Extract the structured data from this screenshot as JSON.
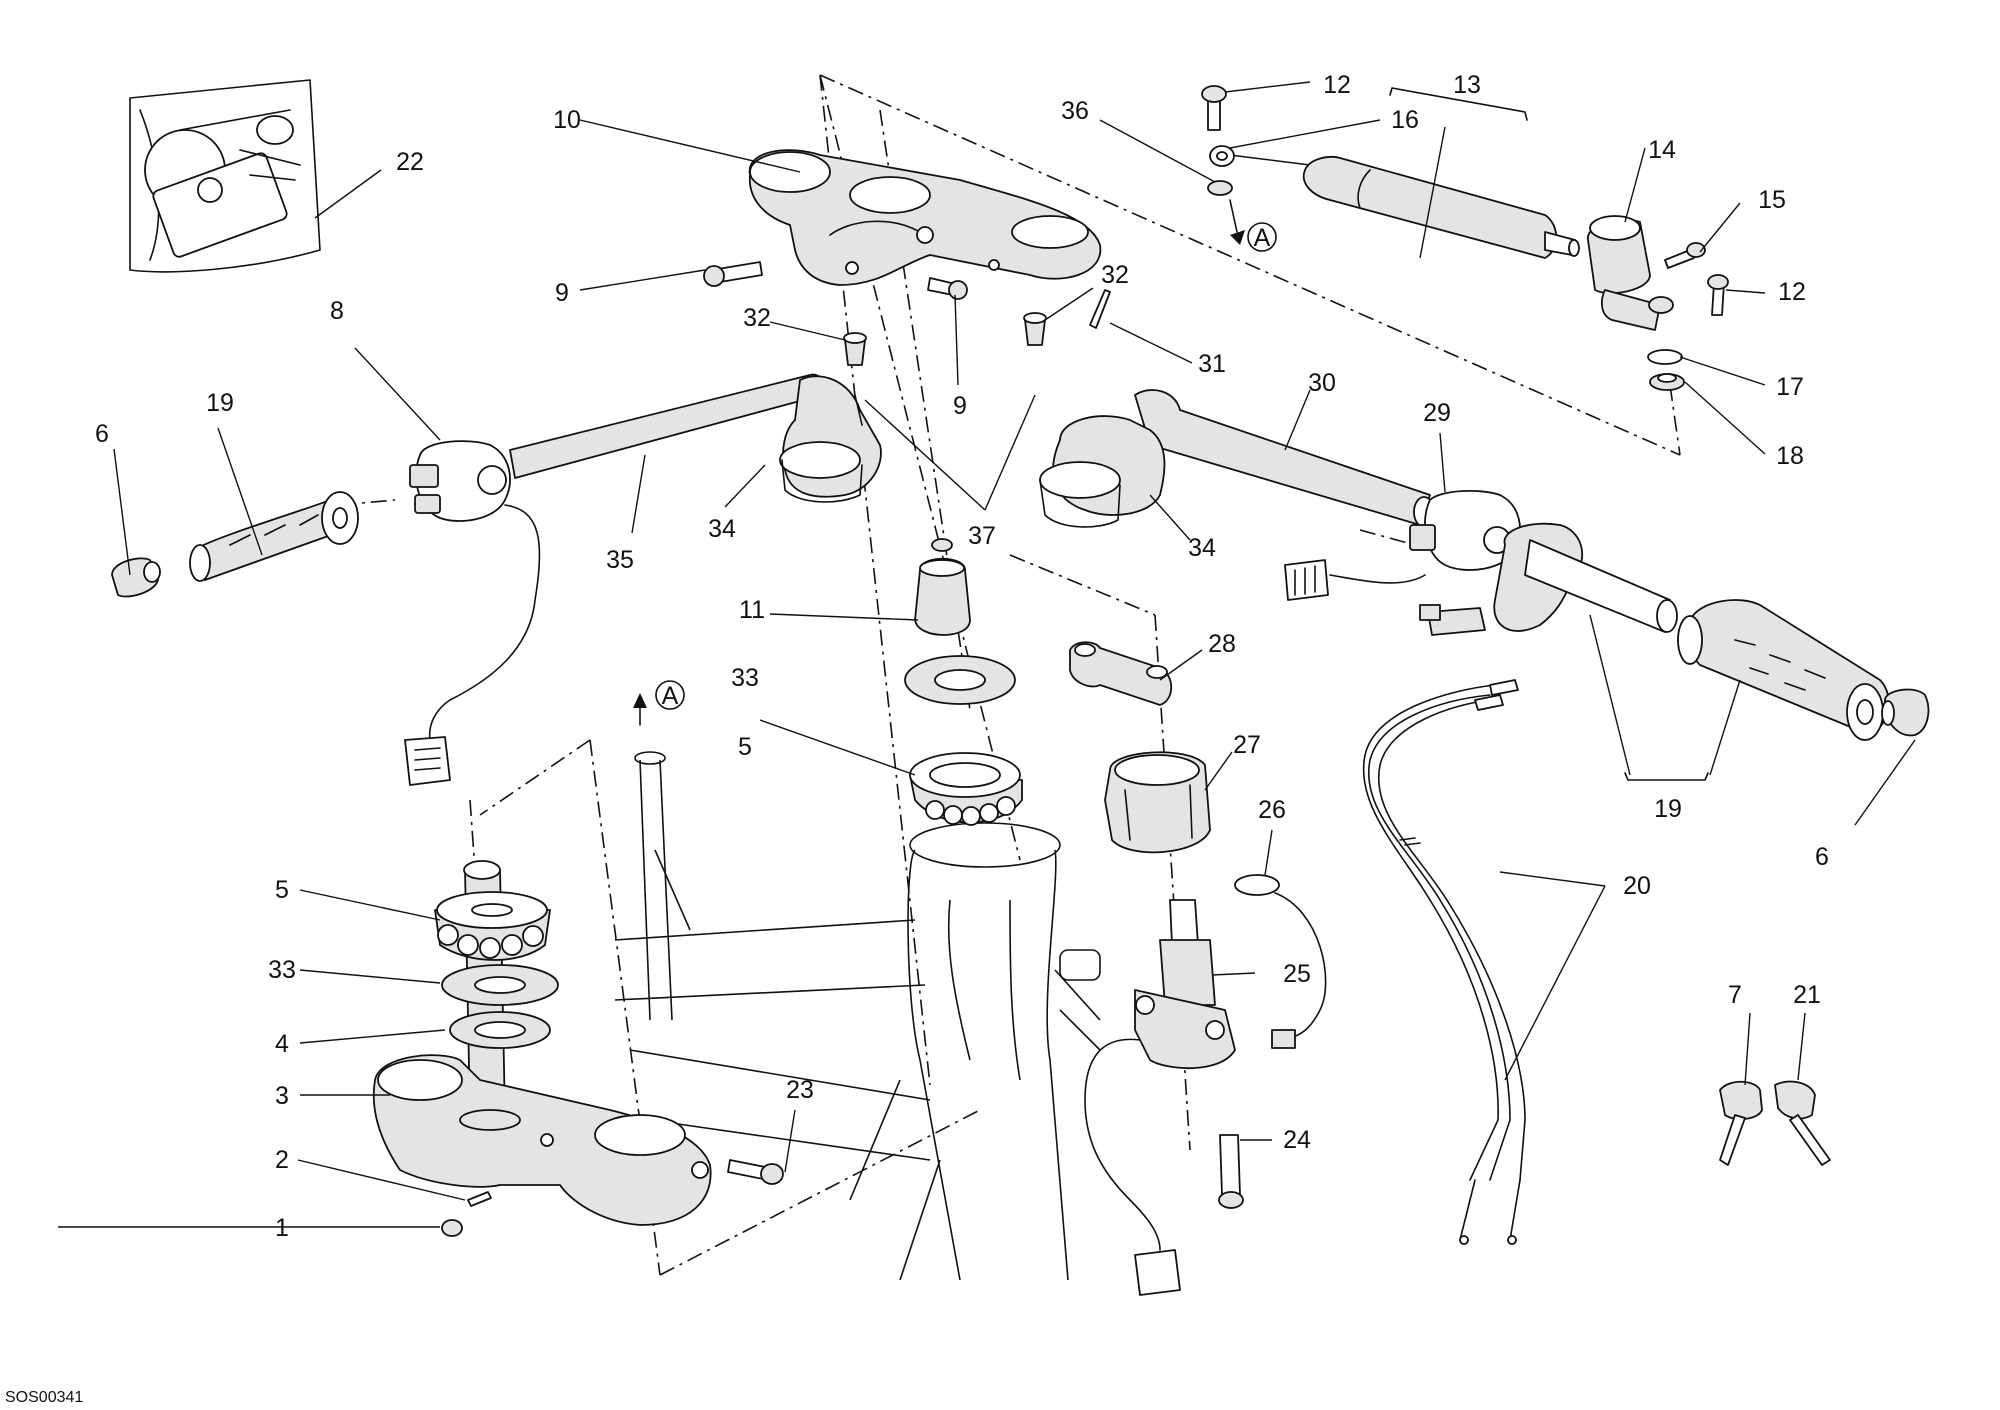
{
  "figure": {
    "code": "SOS00341",
    "ref_marker": "A"
  },
  "callouts": [
    {
      "id": "c1",
      "label": "1"
    },
    {
      "id": "c2",
      "label": "2"
    },
    {
      "id": "c3",
      "label": "3"
    },
    {
      "id": "c4",
      "label": "4"
    },
    {
      "id": "c5a",
      "label": "5"
    },
    {
      "id": "c5b",
      "label": "5"
    },
    {
      "id": "c6a",
      "label": "6"
    },
    {
      "id": "c6b",
      "label": "6"
    },
    {
      "id": "c7",
      "label": "7"
    },
    {
      "id": "c8",
      "label": "8"
    },
    {
      "id": "c9a",
      "label": "9"
    },
    {
      "id": "c9b",
      "label": "9"
    },
    {
      "id": "c10",
      "label": "10"
    },
    {
      "id": "c11",
      "label": "11"
    },
    {
      "id": "c12a",
      "label": "12"
    },
    {
      "id": "c12b",
      "label": "12"
    },
    {
      "id": "c13",
      "label": "13"
    },
    {
      "id": "c14",
      "label": "14"
    },
    {
      "id": "c15",
      "label": "15"
    },
    {
      "id": "c16",
      "label": "16"
    },
    {
      "id": "c17",
      "label": "17"
    },
    {
      "id": "c18",
      "label": "18"
    },
    {
      "id": "c19a",
      "label": "19"
    },
    {
      "id": "c19b",
      "label": "19"
    },
    {
      "id": "c20",
      "label": "20"
    },
    {
      "id": "c21",
      "label": "21"
    },
    {
      "id": "c22",
      "label": "22"
    },
    {
      "id": "c23",
      "label": "23"
    },
    {
      "id": "c24",
      "label": "24"
    },
    {
      "id": "c25",
      "label": "25"
    },
    {
      "id": "c26",
      "label": "26"
    },
    {
      "id": "c27",
      "label": "27"
    },
    {
      "id": "c28",
      "label": "28"
    },
    {
      "id": "c29",
      "label": "29"
    },
    {
      "id": "c30",
      "label": "30"
    },
    {
      "id": "c31",
      "label": "31"
    },
    {
      "id": "c32a",
      "label": "32"
    },
    {
      "id": "c32b",
      "label": "32"
    },
    {
      "id": "c33a",
      "label": "33"
    },
    {
      "id": "c33b",
      "label": "33"
    },
    {
      "id": "c34a",
      "label": "34"
    },
    {
      "id": "c34b",
      "label": "34"
    },
    {
      "id": "c35",
      "label": "35"
    },
    {
      "id": "c36",
      "label": "36"
    },
    {
      "id": "c37",
      "label": "37"
    }
  ]
}
